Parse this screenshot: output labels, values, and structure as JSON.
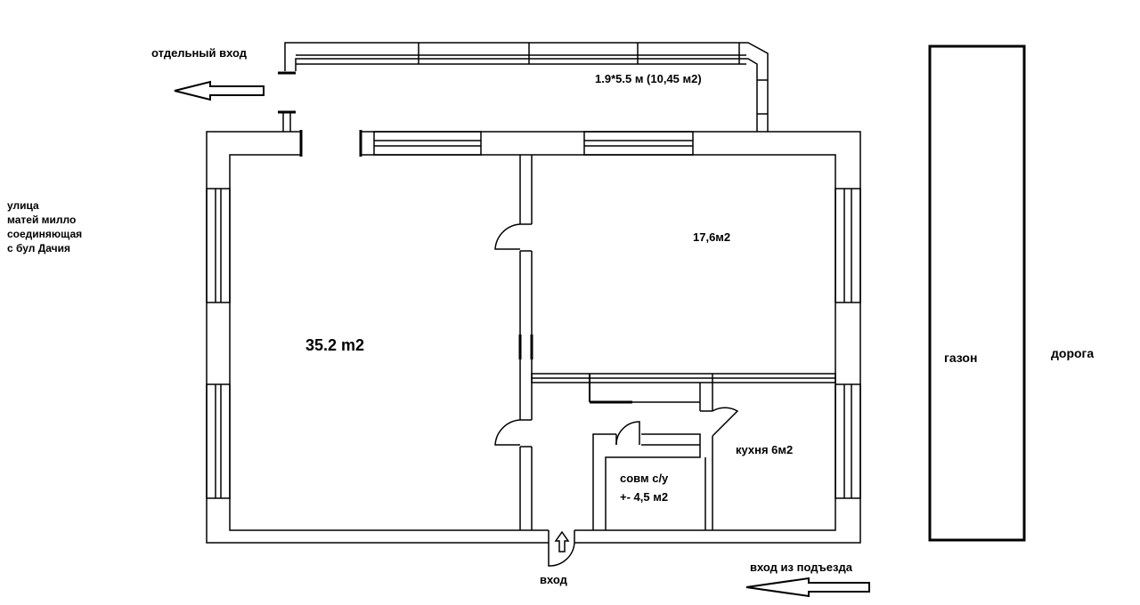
{
  "labels": {
    "separate_entrance": "отдельный вход",
    "annex_size": "1.9*5.5 м  (10,45 м2)",
    "street_lines": [
      "улица",
      "матей милло",
      "соединяющая",
      "с бул Дачия"
    ],
    "room_large": "35.2 m2",
    "room_bedroom": "17,6м2",
    "bathroom_line1": "совм с/у",
    "bathroom_line2": "+- 4,5 м2",
    "kitchen": "кухня 6м2",
    "lawn": "газон",
    "road": "дорога",
    "entrance": "вход",
    "entrance_from_stairwell": "вход из подъезда"
  },
  "colors": {
    "wall": "#000000",
    "background": "#ffffff"
  }
}
